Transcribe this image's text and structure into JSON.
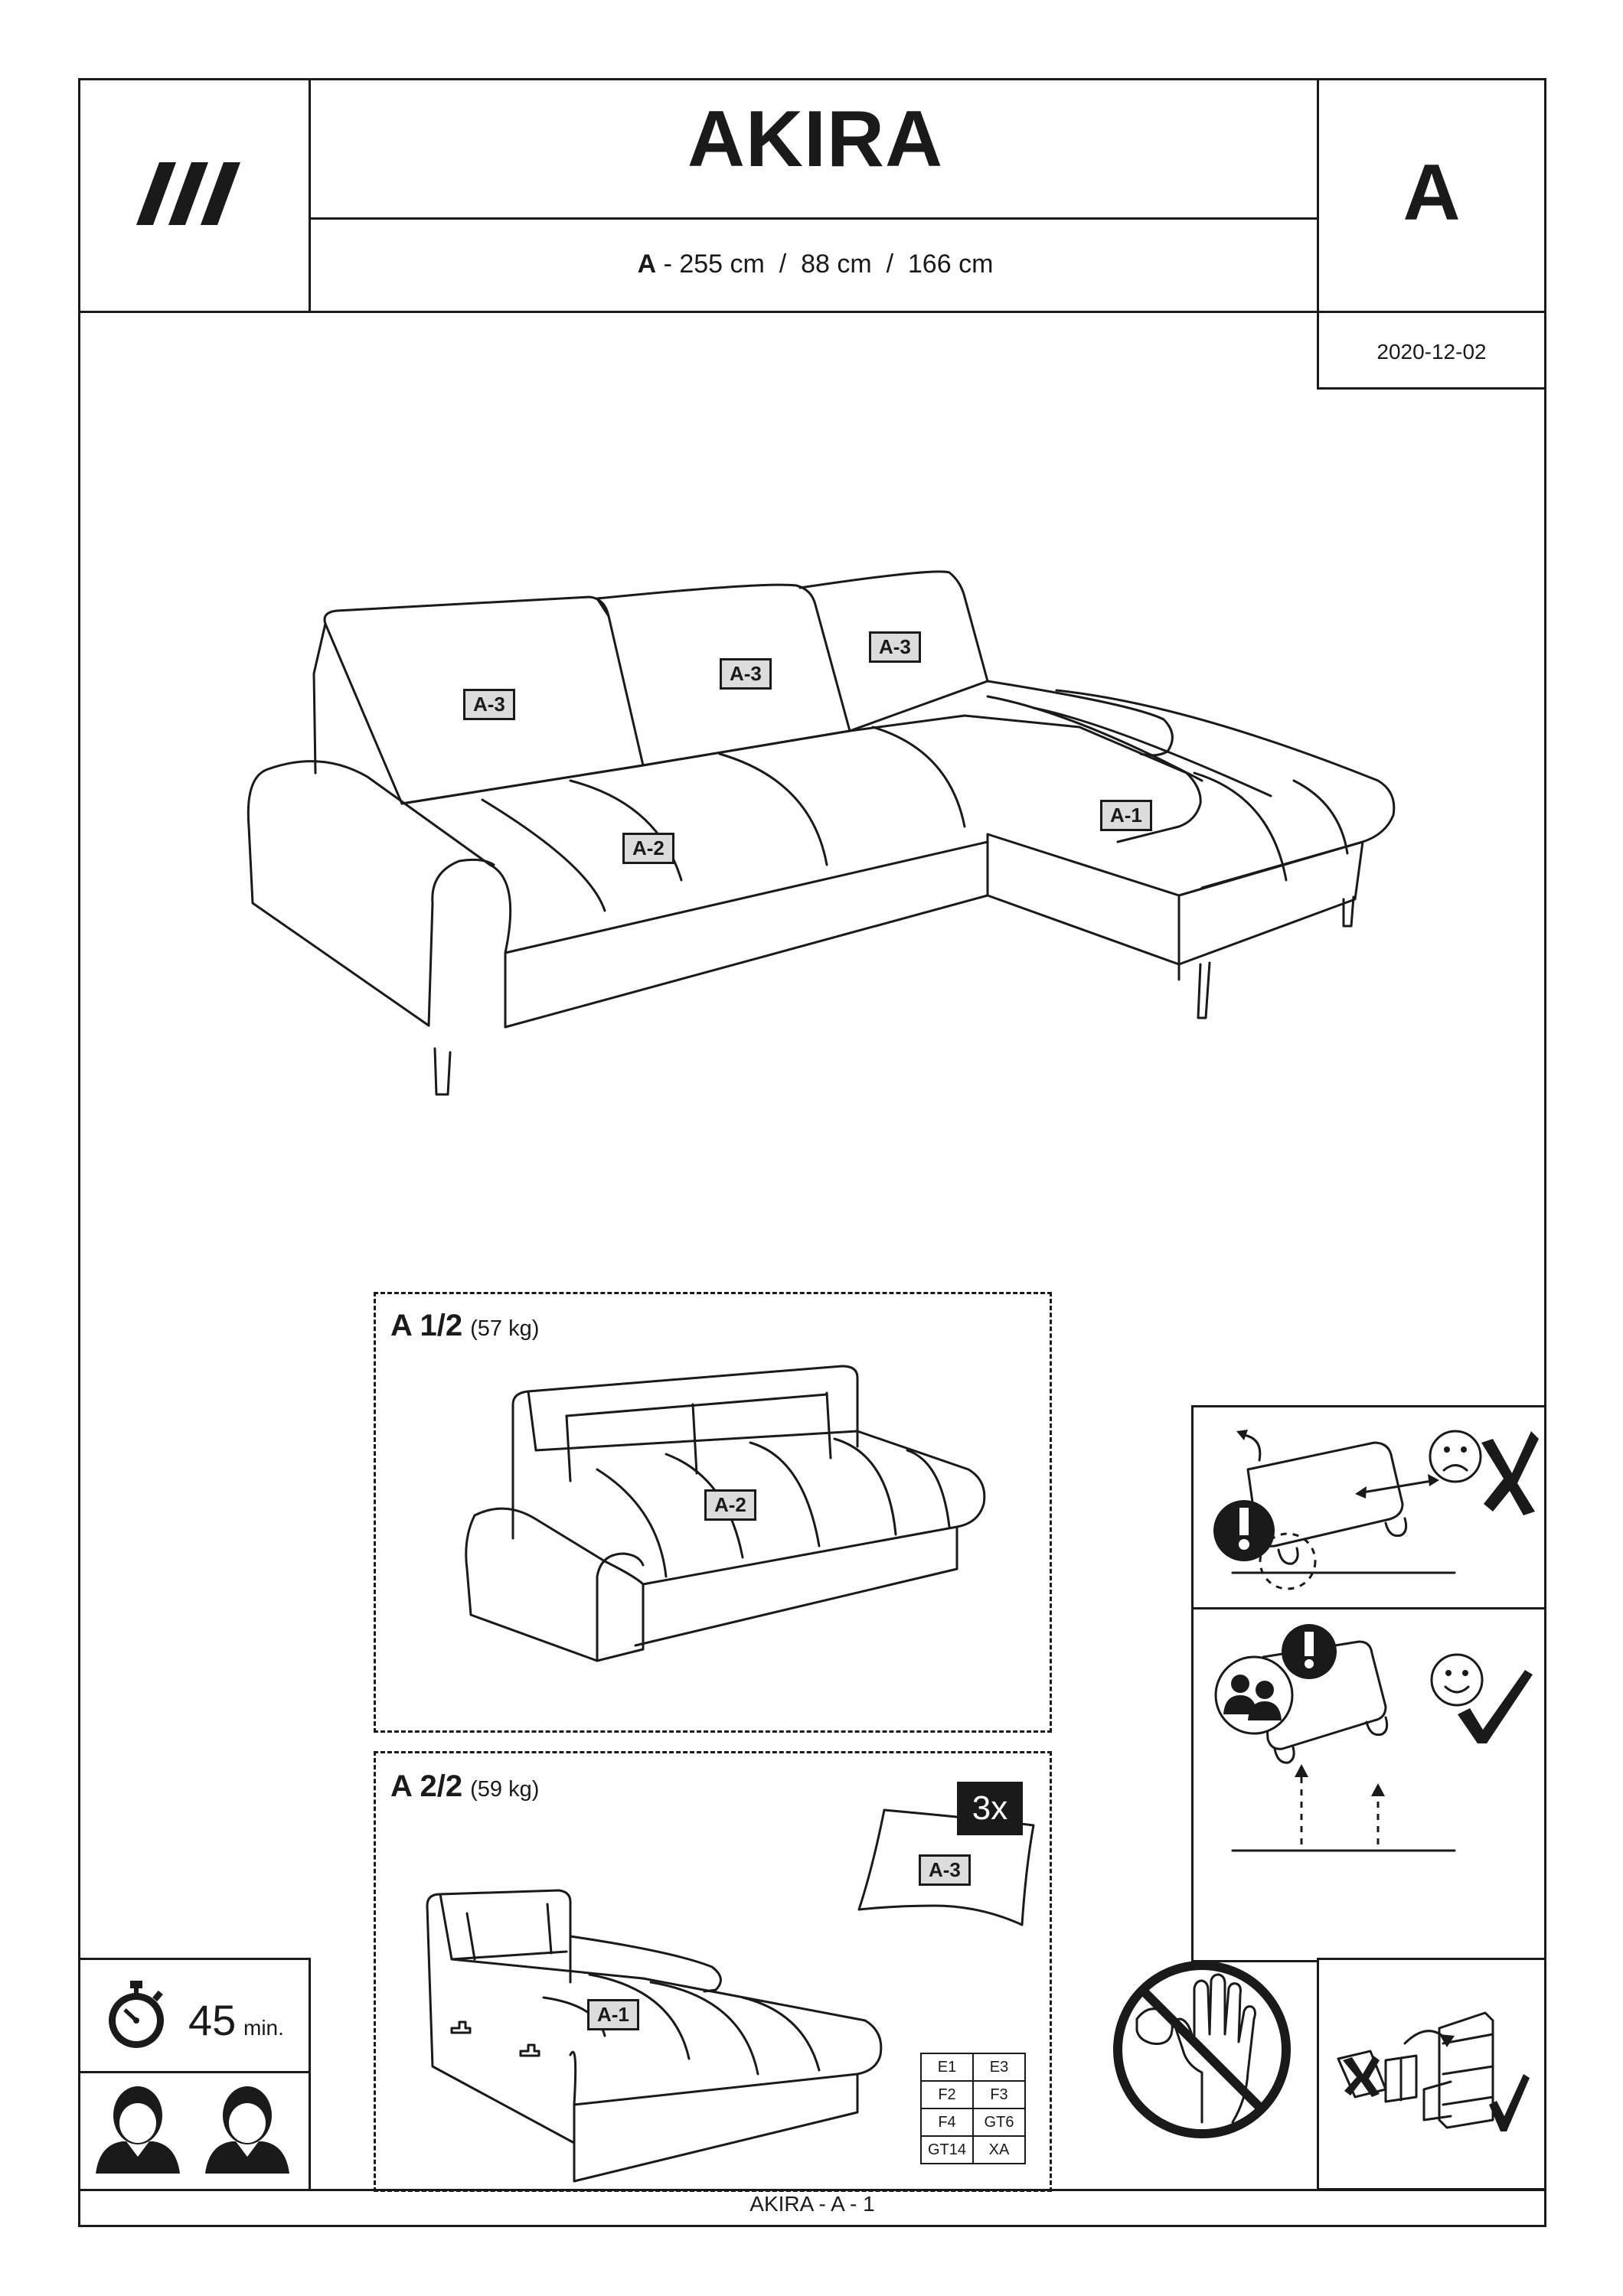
{
  "header": {
    "product_name": "AKIRA",
    "module_letter": "A",
    "dimensions_prefix": "A",
    "dimensions_text": " - 255 cm  /  88 cm  /  166 cm",
    "date": "2020-12-02"
  },
  "main_view": {
    "labels": [
      "A-3",
      "A-3",
      "A-3",
      "A-2",
      "A-1"
    ]
  },
  "parts": [
    {
      "title": "A 1/2",
      "weight": "(57 kg)",
      "label": "A-2"
    },
    {
      "title": "A 2/2",
      "weight": "(59 kg)",
      "label": "A-1",
      "cushion_label": "A-3",
      "cushion_count": "3x"
    }
  ],
  "fittings": [
    [
      "E1",
      "E3"
    ],
    [
      "F2",
      "F3"
    ],
    [
      "F4",
      "GT6"
    ],
    [
      "GT14",
      "XA"
    ]
  ],
  "assembly": {
    "time_value": "45",
    "time_unit": "min.",
    "persons": 2
  },
  "footer": {
    "text": "AKIRA - A - 1"
  },
  "icons": [
    "logo-stripes-icon",
    "stopwatch-icon",
    "person-icon",
    "sad-face-icon",
    "cross-mark-icon",
    "happy-face-icon",
    "check-mark-icon",
    "warning-icon",
    "no-pets-icon",
    "box-recycle-icon"
  ]
}
